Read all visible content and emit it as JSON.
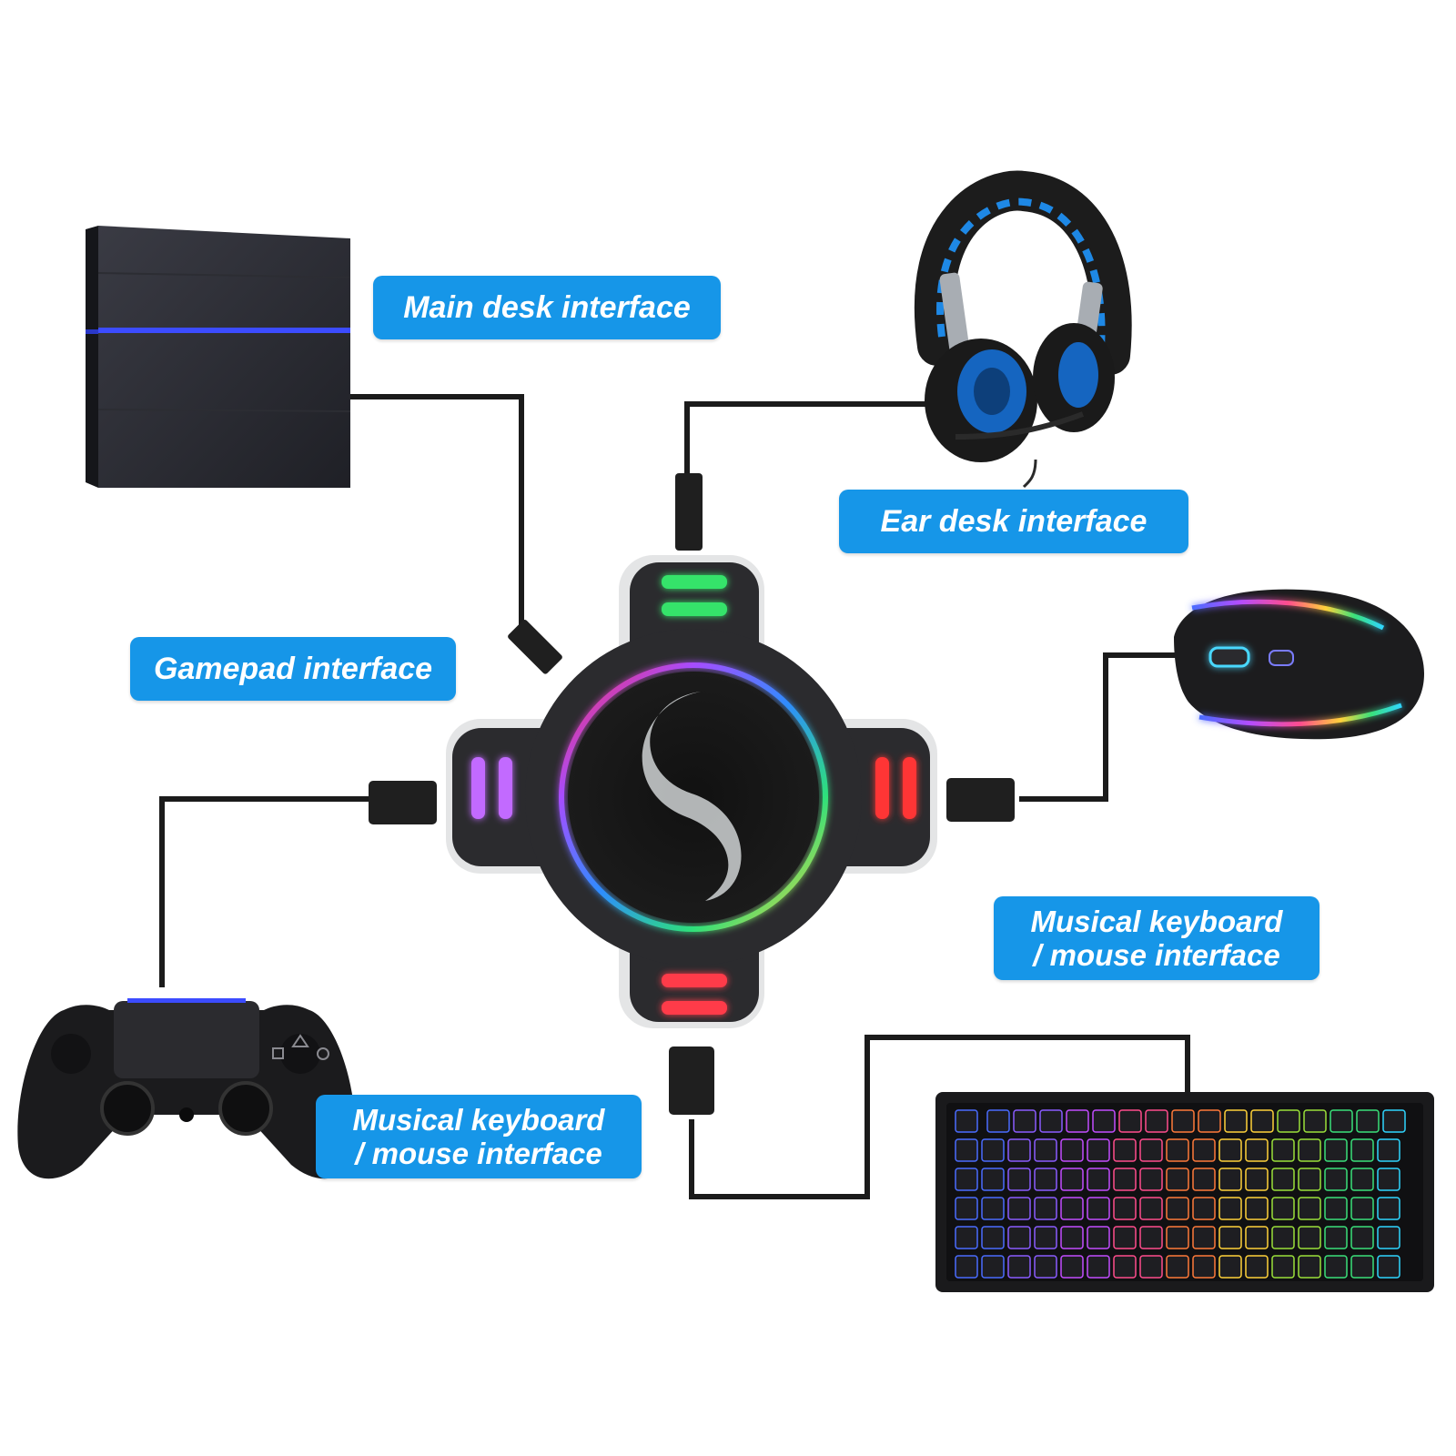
{
  "labels": {
    "main_desk": "Main desk interface",
    "ear_desk": "Ear desk interface",
    "gamepad": "Gamepad interface",
    "kb_mouse_right_line1": "Musical keyboard",
    "kb_mouse_right_line2": "/ mouse interface",
    "kb_mouse_bottom_line1": "Musical keyboard",
    "kb_mouse_bottom_line2": "/ mouse interface"
  },
  "colors": {
    "label_bg": "#1696e8",
    "label_text": "#ffffff",
    "cable": "#1b1b1b",
    "hub_body": "#2a2a2c",
    "led_top": "#36e36a",
    "led_left": "#c26bff",
    "led_right": "#ff3434",
    "led_bottom": "#ff3a4a",
    "console": "#2b2c33",
    "console_stripe": "#3c4cff",
    "headset_accent": "#1e88e5"
  },
  "devices": {
    "console": "game-console-icon",
    "headset": "headset-icon",
    "mouse": "gaming-mouse-icon",
    "gamepad": "gamepad-icon",
    "keyboard": "rgb-keyboard-icon",
    "hub": "converter-hub-icon"
  }
}
